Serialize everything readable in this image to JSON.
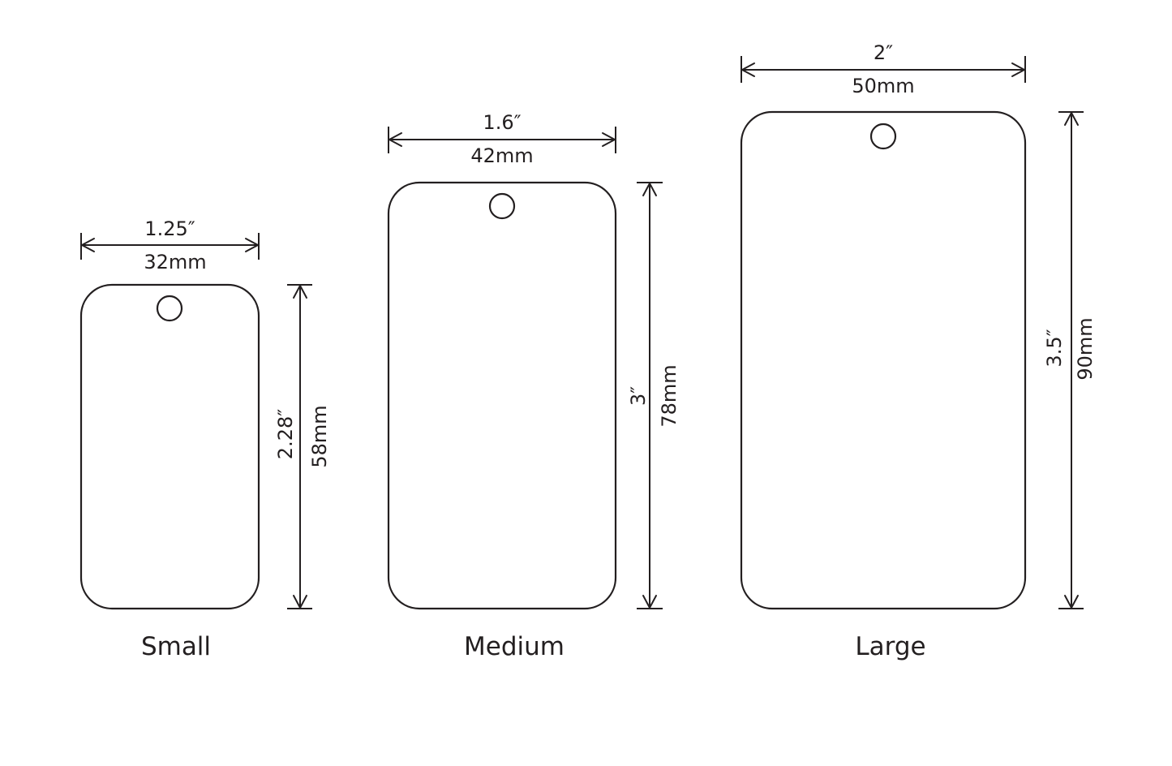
{
  "tags": [
    {
      "id": "small",
      "label": "Small",
      "width_in": "1.25″",
      "width_mm": "32mm",
      "height_in": "2.28″",
      "height_mm": "58mm"
    },
    {
      "id": "medium",
      "label": "Medium",
      "width_in": "1.6″",
      "width_mm": "42mm",
      "height_in": "3″",
      "height_mm": "78mm"
    },
    {
      "id": "large",
      "label": "Large",
      "width_in": "2″",
      "width_mm": "50mm",
      "height_in": "3.5″",
      "height_mm": "90mm"
    }
  ],
  "colors": {
    "stroke": "#231f20",
    "background": "#ffffff"
  }
}
